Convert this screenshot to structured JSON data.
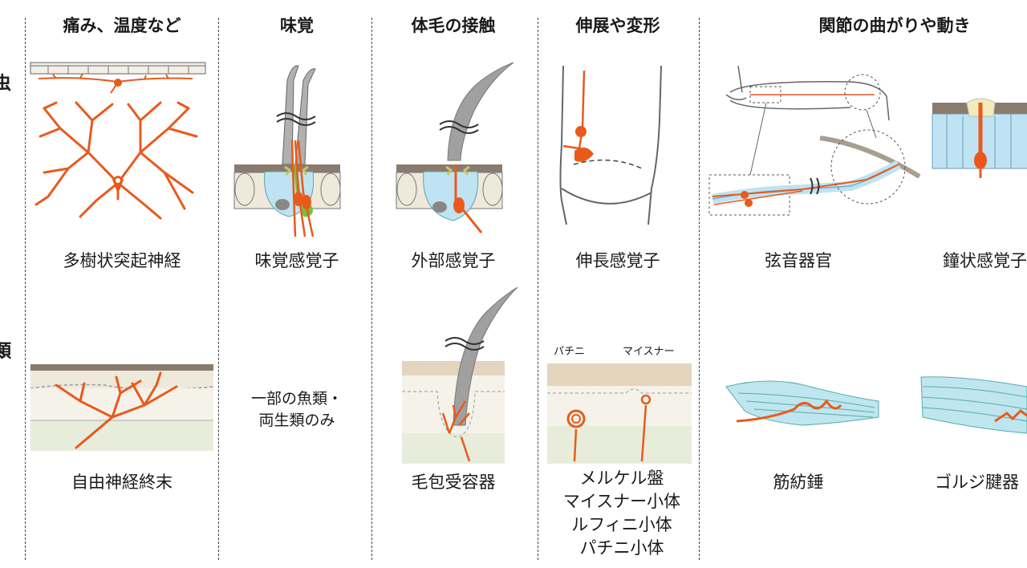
{
  "colors": {
    "nerve": "#e85a1c",
    "cell_blue": "#bfe3f2",
    "skin_brown": "#8a7b6d",
    "skin_cream": "#efe9dc",
    "muscle": "#bfe6ef",
    "hair": "#9a9a9a"
  },
  "row_labels": [
    "虫",
    "類"
  ],
  "headers": [
    "痛み、温度など",
    "味覚",
    "体毛の接触",
    "伸展や変形",
    "関節の曲がりや動き"
  ],
  "insect_row": {
    "labels": [
      "多樹状突起神経",
      "味覚感覚子",
      "外部感覚子",
      "伸長感覚子",
      "弦音器官",
      "鐘状感覚子"
    ]
  },
  "vertebrate_row": {
    "labels": [
      "自由神経終末",
      "毛包受容器",
      "筋紡錘",
      "ゴルジ腱器"
    ],
    "taste_note_lines": [
      "一部の魚類・",
      "両生類のみ"
    ],
    "stretch_labels": [
      "メルケル盤",
      "マイスナー小体",
      "ルフィニ小体",
      "パチニ小体"
    ],
    "small_labels": [
      "パチニ",
      "マイスナー"
    ]
  }
}
